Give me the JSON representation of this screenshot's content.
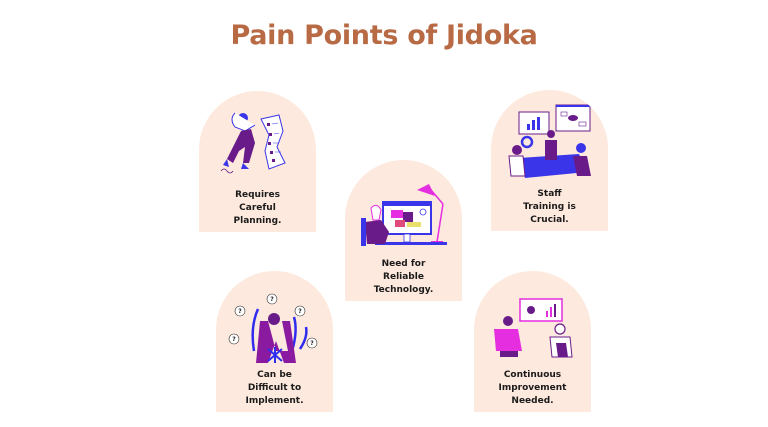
{
  "title": "Pain Points of Jidoka",
  "colors": {
    "title": "#b86a45",
    "card_bg": "#fde9dd",
    "accent_purple": "#6a1b8a",
    "accent_blue": "#2f2cf0",
    "accent_magenta": "#e52ee0"
  },
  "cards": [
    {
      "id": "planning",
      "icon": "person-with-checklist-illustration",
      "lines": [
        "Requires",
        "Careful",
        "Planning."
      ]
    },
    {
      "id": "technology",
      "icon": "person-at-computer-illustration",
      "lines": [
        "Need for",
        "Reliable",
        "Technology."
      ]
    },
    {
      "id": "training",
      "icon": "team-meeting-illustration",
      "lines": [
        "Staff",
        "Training is",
        "Crucial."
      ]
    },
    {
      "id": "difficult",
      "icon": "confused-person-illustration",
      "lines": [
        "Can be",
        "Difficult to",
        "Implement."
      ]
    },
    {
      "id": "improvement",
      "icon": "presentation-illustration",
      "lines": [
        "Continuous",
        "Improvement",
        "Needed."
      ]
    }
  ]
}
